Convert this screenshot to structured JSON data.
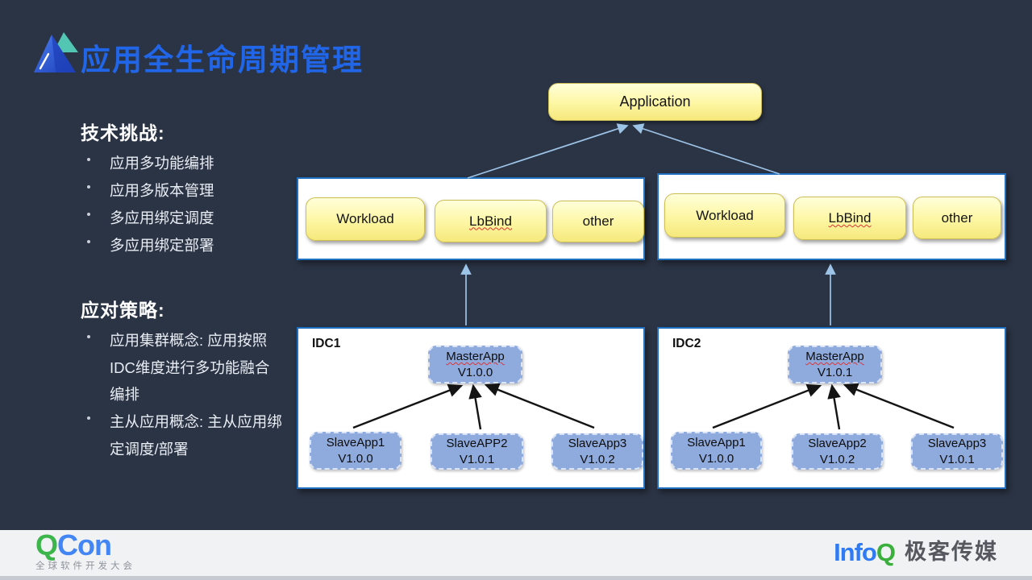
{
  "header": {
    "title": "应用全生命周期管理"
  },
  "left_panel": {
    "challenges": {
      "heading": "技术挑战:",
      "items": [
        "应用多功能编排",
        "应用多版本管理",
        "多应用绑定调度",
        "多应用绑定部署"
      ]
    },
    "strategies": {
      "heading": "应对策略:",
      "items": [
        "应用集群概念: 应用按照IDC维度进行多功能融合编排",
        "主从应用概念: 主从应用绑定调度/部署"
      ]
    }
  },
  "diagram": {
    "application": "Application",
    "clusters": [
      {
        "components": [
          "Workload",
          "LbBind",
          "other"
        ]
      },
      {
        "components": [
          "Workload",
          "LbBind",
          "other"
        ]
      }
    ],
    "idcs": [
      {
        "label": "IDC1",
        "master": {
          "name": "MasterApp",
          "version": "V1.0.0"
        },
        "slaves": [
          {
            "name": "SlaveApp1",
            "version": "V1.0.0"
          },
          {
            "name": "SlaveAPP2",
            "version": "V1.0.1"
          },
          {
            "name": "SlaveApp3",
            "version": "V1.0.2"
          }
        ]
      },
      {
        "label": "IDC2",
        "master": {
          "name": "MasterApp",
          "version": "V1.0.1"
        },
        "slaves": [
          {
            "name": "SlaveApp1",
            "version": "V1.0.0"
          },
          {
            "name": "SlaveApp2",
            "version": "V1.0.2"
          },
          {
            "name": "SlaveApp3",
            "version": "V1.0.1"
          }
        ]
      }
    ]
  },
  "footer": {
    "qcon": {
      "brand_q": "Q",
      "brand_rest": "Con",
      "subtitle": "全球软件开发大会"
    },
    "infoq": {
      "brand_info": "Info",
      "brand_q": "Q",
      "wordmark": "极客传媒"
    }
  },
  "colors": {
    "background": "#2b3445",
    "title_blue": "#2166e8",
    "container_border": "#1e6fc0",
    "yellow_box_top": "#ffffda",
    "yellow_box_bottom": "#f5e87c",
    "blue_box_fill": "#8faadc",
    "arrow_light_blue": "#9dc3e6",
    "arrow_black": "#141414",
    "squiggle_red": "#e03434",
    "qcon_green": "#3cb54a",
    "qcon_blue": "#4285f5",
    "infoq_blue": "#2f7bf6",
    "infoq_green": "#3aaf3c",
    "footer_bg": "#f1f2f4"
  }
}
